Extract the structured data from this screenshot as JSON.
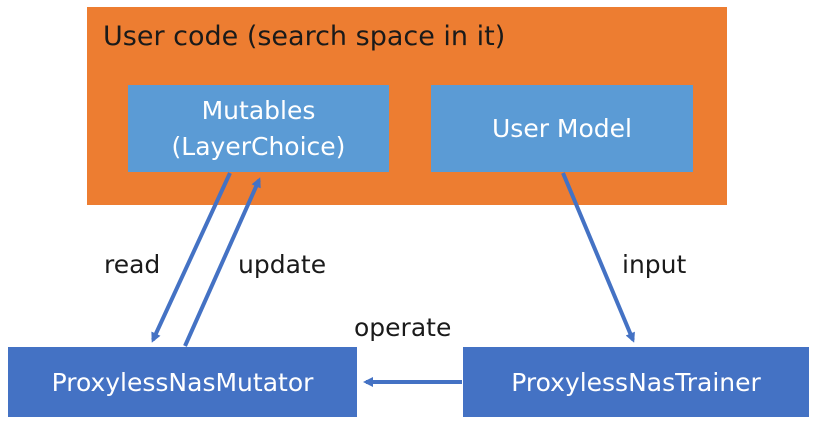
{
  "outer": {
    "title": "User code (search space in it)"
  },
  "nodes": {
    "mutables_line1": "Mutables",
    "mutables_line2": "(LayerChoice)",
    "user_model": "User Model",
    "mutator": "ProxylessNasMutator",
    "trainer": "ProxylessNasTrainer"
  },
  "edges": {
    "read": "read",
    "update": "update",
    "input": "input",
    "operate": "operate"
  },
  "colors": {
    "outer_fill": "#ed7d31",
    "inner_fill": "#5b9bd5",
    "bottom_fill": "#4472c4",
    "arrow": "#4472c4"
  }
}
